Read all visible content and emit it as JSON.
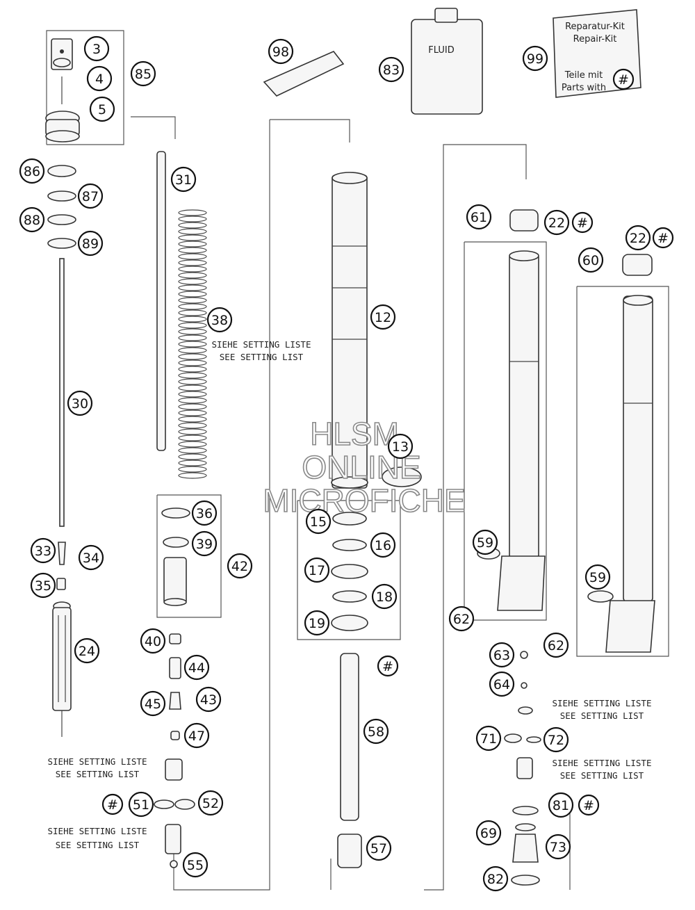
{
  "callouts": [
    {
      "id": "c3",
      "label": "3"
    },
    {
      "id": "c4",
      "label": "4"
    },
    {
      "id": "c5",
      "label": "5"
    },
    {
      "id": "c85",
      "label": "85"
    },
    {
      "id": "c86",
      "label": "86"
    },
    {
      "id": "c87",
      "label": "87"
    },
    {
      "id": "c88",
      "label": "88"
    },
    {
      "id": "c89",
      "label": "89"
    },
    {
      "id": "c30",
      "label": "30"
    },
    {
      "id": "c31",
      "label": "31"
    },
    {
      "id": "c38",
      "label": "38"
    },
    {
      "id": "c33",
      "label": "33"
    },
    {
      "id": "c34",
      "label": "34"
    },
    {
      "id": "c35",
      "label": "35"
    },
    {
      "id": "c24",
      "label": "24"
    },
    {
      "id": "c36",
      "label": "36"
    },
    {
      "id": "c39",
      "label": "39"
    },
    {
      "id": "c42",
      "label": "42"
    },
    {
      "id": "c40",
      "label": "40"
    },
    {
      "id": "c44",
      "label": "44"
    },
    {
      "id": "c45",
      "label": "45"
    },
    {
      "id": "c43",
      "label": "43"
    },
    {
      "id": "c47",
      "label": "47"
    },
    {
      "id": "c51",
      "label": "51"
    },
    {
      "id": "c52",
      "label": "52"
    },
    {
      "id": "c55",
      "label": "55"
    },
    {
      "id": "c98",
      "label": "98"
    },
    {
      "id": "c83",
      "label": "83"
    },
    {
      "id": "c99",
      "label": "99"
    },
    {
      "id": "c12",
      "label": "12"
    },
    {
      "id": "c13",
      "label": "13"
    },
    {
      "id": "c15",
      "label": "15"
    },
    {
      "id": "c16",
      "label": "16"
    },
    {
      "id": "c17",
      "label": "17"
    },
    {
      "id": "c18",
      "label": "18"
    },
    {
      "id": "c19",
      "label": "19"
    },
    {
      "id": "c58",
      "label": "58"
    },
    {
      "id": "c57",
      "label": "57"
    },
    {
      "id": "c61",
      "label": "61"
    },
    {
      "id": "c22a",
      "label": "22"
    },
    {
      "id": "c22b",
      "label": "22"
    },
    {
      "id": "c60",
      "label": "60"
    },
    {
      "id": "c59a",
      "label": "59"
    },
    {
      "id": "c59b",
      "label": "59"
    },
    {
      "id": "c62a",
      "label": "62"
    },
    {
      "id": "c62b",
      "label": "62"
    },
    {
      "id": "c63",
      "label": "63"
    },
    {
      "id": "c64",
      "label": "64"
    },
    {
      "id": "c71",
      "label": "71"
    },
    {
      "id": "c72",
      "label": "72"
    },
    {
      "id": "c81",
      "label": "81"
    },
    {
      "id": "c69",
      "label": "69"
    },
    {
      "id": "c73",
      "label": "73"
    },
    {
      "id": "c82",
      "label": "82"
    },
    {
      "id": "h1",
      "label": "#"
    },
    {
      "id": "h2",
      "label": "#"
    },
    {
      "id": "h3",
      "label": "#"
    },
    {
      "id": "h4",
      "label": "#"
    },
    {
      "id": "h5",
      "label": "#"
    },
    {
      "id": "h6",
      "label": "#"
    }
  ],
  "notes": {
    "setting_de": "SIEHE SETTING LISTE",
    "setting_en": "SEE SETTING LIST"
  },
  "fluid_label": "FLUID",
  "repair_kit": {
    "line1": "Reparatur-Kit",
    "line2": "Repair-Kit",
    "line3": "Teile mit",
    "line4": "Parts with"
  },
  "watermark": {
    "line1": "HLSM",
    "line2": "ONLINE",
    "line3": "MICROFICHE"
  }
}
